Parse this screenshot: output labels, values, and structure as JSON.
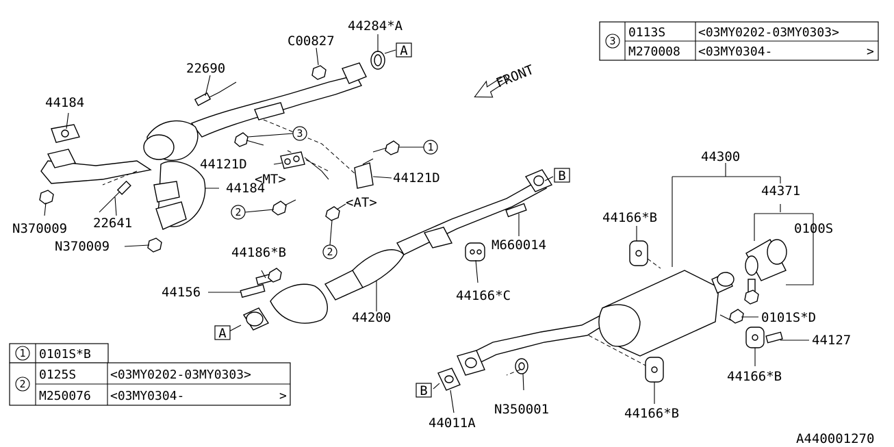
{
  "diagram": {
    "front_label": "FRONT",
    "catalog_number": "A440001270",
    "part_labels": {
      "p44284A": "44284*A",
      "c00827": "C00827",
      "p22690": "22690",
      "p44184a": "44184",
      "p44184b": "44184",
      "p44121D_mt": "44121D",
      "mt_tag": "<MT>",
      "p44121D_at": "44121D",
      "at_tag": "<AT>",
      "n370009a": "N370009",
      "n370009b": "N370009",
      "p22641": "22641",
      "p44186B": "44186*B",
      "p44156": "44156",
      "p44200": "44200",
      "m660014": "M660014",
      "p44166C": "44166*C",
      "p44300": "44300",
      "p44371": "44371",
      "p44166B_a": "44166*B",
      "p0100S": "0100S",
      "p0101SD": "0101S*D",
      "p44127": "44127",
      "p44166B_b": "44166*B",
      "p44166B_c": "44166*B",
      "n350001": "N350001",
      "p44011A": "44011A"
    },
    "ref_letters": {
      "A_top": "A",
      "A_bottom": "A",
      "B_top": "B",
      "B_bottom": "B"
    },
    "callout_numbers": {
      "c1": "1",
      "c2a": "2",
      "c2b": "2",
      "c3": "3"
    }
  },
  "table_top": {
    "ref": "3",
    "rows": [
      {
        "part": "0113S",
        "range": "<03MY0202-03MY0303>"
      },
      {
        "part": "M270008",
        "range": "<03MY0304-",
        "end": ">"
      }
    ]
  },
  "table_bottom": {
    "row1": {
      "ref": "1",
      "part": "0101S*B"
    },
    "row2": {
      "ref": "2",
      "rows": [
        {
          "part": "0125S",
          "range": "<03MY0202-03MY0303>"
        },
        {
          "part": "M250076",
          "range": "<03MY0304-",
          "end": ">"
        }
      ]
    }
  }
}
